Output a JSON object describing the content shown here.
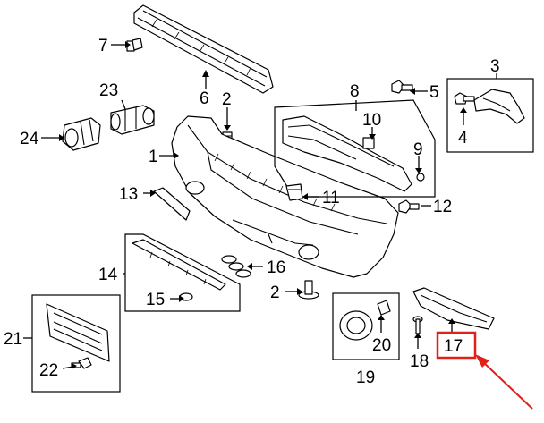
{
  "diagram": {
    "callouts": [
      {
        "id": "c1",
        "text": "1"
      },
      {
        "id": "c2a",
        "text": "2"
      },
      {
        "id": "c2b",
        "text": "2"
      },
      {
        "id": "c3",
        "text": "3"
      },
      {
        "id": "c4",
        "text": "4"
      },
      {
        "id": "c5",
        "text": "5"
      },
      {
        "id": "c6",
        "text": "6"
      },
      {
        "id": "c7",
        "text": "7"
      },
      {
        "id": "c8",
        "text": "8"
      },
      {
        "id": "c9",
        "text": "9"
      },
      {
        "id": "c10",
        "text": "10"
      },
      {
        "id": "c11",
        "text": "11"
      },
      {
        "id": "c12",
        "text": "12"
      },
      {
        "id": "c13",
        "text": "13"
      },
      {
        "id": "c14",
        "text": "14"
      },
      {
        "id": "c15",
        "text": "15"
      },
      {
        "id": "c16",
        "text": "16"
      },
      {
        "id": "c17",
        "text": "17"
      },
      {
        "id": "c18",
        "text": "18"
      },
      {
        "id": "c19",
        "text": "19"
      },
      {
        "id": "c20",
        "text": "20"
      },
      {
        "id": "c21",
        "text": "21"
      },
      {
        "id": "c22",
        "text": "22"
      },
      {
        "id": "c23",
        "text": "23"
      },
      {
        "id": "c24",
        "text": "24"
      }
    ],
    "highlight_color": "#e0211a",
    "line_color": "#000000"
  }
}
